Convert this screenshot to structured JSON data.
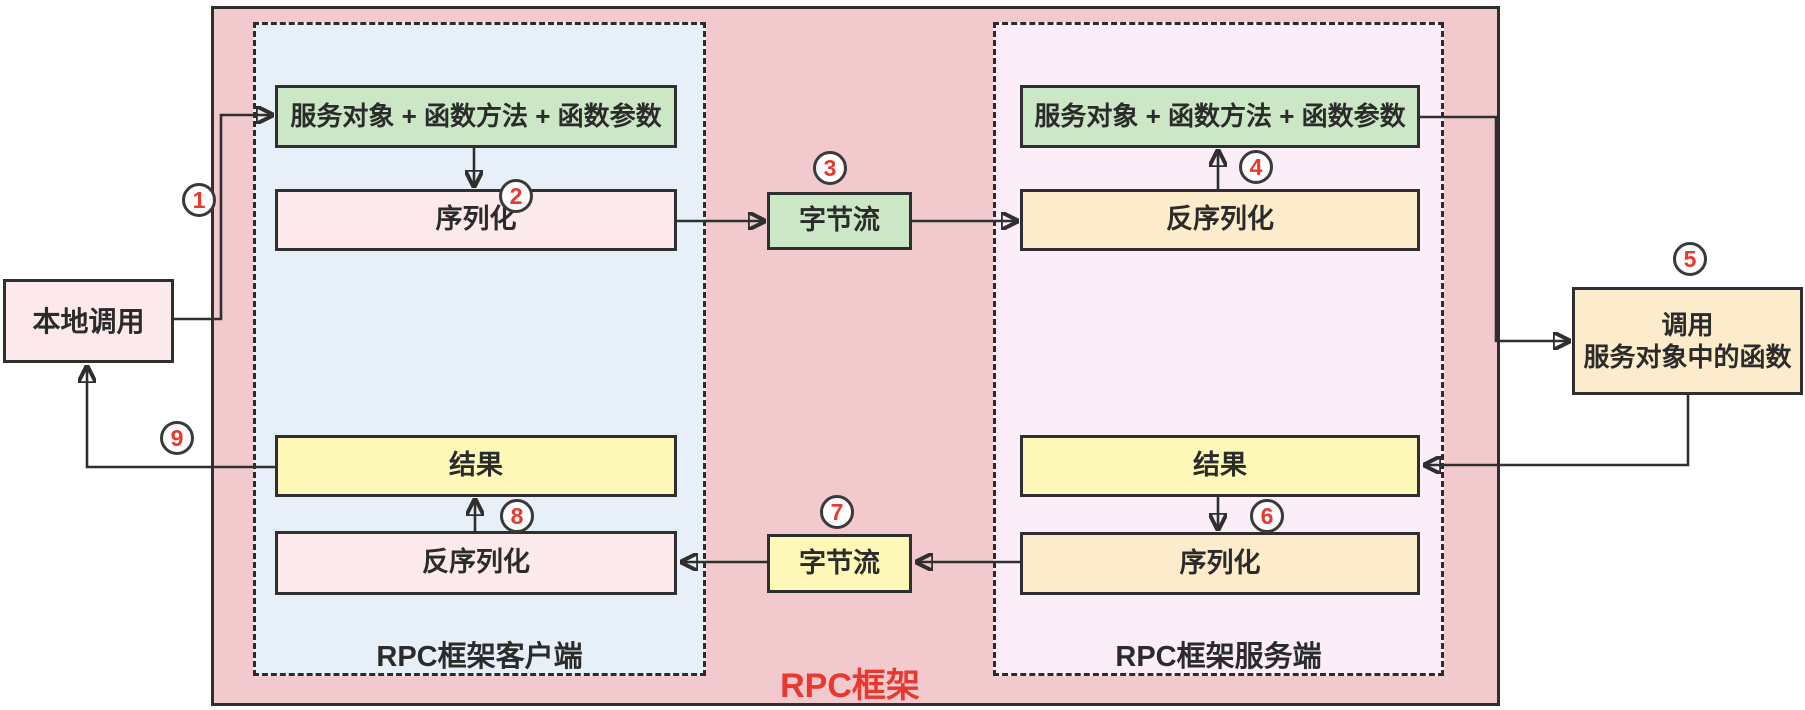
{
  "frame": {
    "label": "RPC框架"
  },
  "client": {
    "label": "RPC框架客户端",
    "request_box": "服务对象 + 函数方法 + 函数参数",
    "serialize_box": "序列化",
    "result_box": "结果",
    "deserialize_box": "反序列化"
  },
  "server": {
    "label": "RPC框架服务端",
    "request_box": "服务对象 + 函数方法 + 函数参数",
    "deserialize_box": "反序列化",
    "result_box": "结果",
    "serialize_box": "序列化"
  },
  "transport": {
    "byte_stream_top": "字节流",
    "byte_stream_bottom": "字节流"
  },
  "external": {
    "local_call": "本地调用",
    "invoke_line1": "调用",
    "invoke_line2": "服务对象中的函数"
  },
  "steps": [
    "1",
    "2",
    "3",
    "4",
    "5",
    "6",
    "7",
    "8",
    "9"
  ],
  "colors": {
    "frame_fill": "#f2c9cd",
    "client_panel_fill": "#e7f0f8",
    "server_panel_fill": "#fbeef9",
    "green_fill": "#cbe7c5",
    "pink_fill": "#fce9ec",
    "orange_fill": "#fdeccb",
    "yellow_fill": "#fdf7b8",
    "border": "#2f2f2f",
    "accent_red": "#e9382e"
  }
}
